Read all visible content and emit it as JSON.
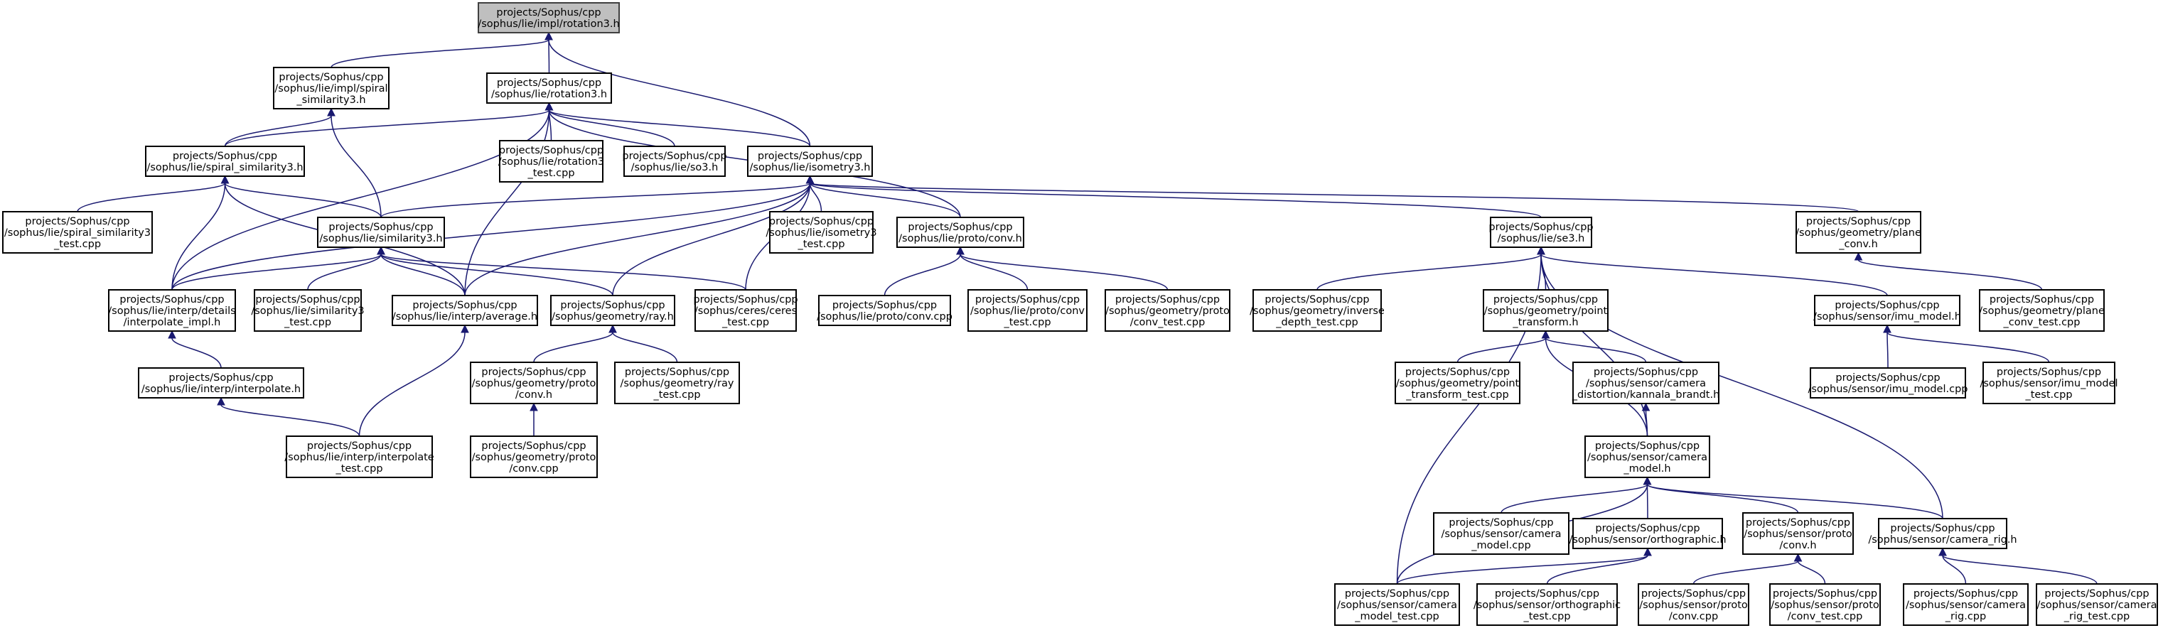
{
  "graph": {
    "colors": {
      "edge": "#191970",
      "root_fill": "#bfbfbf",
      "node_fill": "#ffffff",
      "border": "#000000"
    },
    "nodes": [
      {
        "id": "rotation3_impl",
        "lines": [
          "projects/Sophus/cpp",
          "/sophus/lie/impl/rotation3.h"
        ],
        "root": true
      },
      {
        "id": "spiral_sim3_impl",
        "lines": [
          "projects/Sophus/cpp",
          "/sophus/lie/impl/spiral",
          "_similarity3.h"
        ]
      },
      {
        "id": "rotation3",
        "lines": [
          "projects/Sophus/cpp",
          "/sophus/lie/rotation3.h"
        ]
      },
      {
        "id": "spiral_sim3",
        "lines": [
          "projects/Sophus/cpp",
          "/sophus/lie/spiral_similarity3.h"
        ]
      },
      {
        "id": "rotation3_test",
        "lines": [
          "projects/Sophus/cpp",
          "/sophus/lie/rotation3",
          "_test.cpp"
        ]
      },
      {
        "id": "so3",
        "lines": [
          "projects/Sophus/cpp",
          "/sophus/lie/so3.h"
        ]
      },
      {
        "id": "isometry3",
        "lines": [
          "projects/Sophus/cpp",
          "/sophus/lie/isometry3.h"
        ]
      },
      {
        "id": "spiral_sim3_test",
        "lines": [
          "projects/Sophus/cpp",
          "/sophus/lie/spiral_similarity3",
          "_test.cpp"
        ]
      },
      {
        "id": "similarity3",
        "lines": [
          "projects/Sophus/cpp",
          "/sophus/lie/similarity3.h"
        ]
      },
      {
        "id": "isometry3_test",
        "lines": [
          "projects/Sophus/cpp",
          "/sophus/lie/isometry3",
          "_test.cpp"
        ]
      },
      {
        "id": "lie_proto_conv",
        "lines": [
          "projects/Sophus/cpp",
          "/sophus/lie/proto/conv.h"
        ]
      },
      {
        "id": "se3",
        "lines": [
          "projects/Sophus/cpp",
          "/sophus/lie/se3.h"
        ]
      },
      {
        "id": "plane_conv",
        "lines": [
          "projects/Sophus/cpp",
          "/sophus/geometry/plane",
          "_conv.h"
        ]
      },
      {
        "id": "interpolate_impl",
        "lines": [
          "projects/Sophus/cpp",
          "/sophus/lie/interp/details",
          "/interpolate_impl.h"
        ]
      },
      {
        "id": "similarity3_test",
        "lines": [
          "projects/Sophus/cpp",
          "/sophus/lie/similarity3",
          "_test.cpp"
        ]
      },
      {
        "id": "average",
        "lines": [
          "projects/Sophus/cpp",
          "/sophus/lie/interp/average.h"
        ]
      },
      {
        "id": "ray",
        "lines": [
          "projects/Sophus/cpp",
          "/sophus/geometry/ray.h"
        ]
      },
      {
        "id": "ceres_test",
        "lines": [
          "projects/Sophus/cpp",
          "/sophus/ceres/ceres",
          "_test.cpp"
        ]
      },
      {
        "id": "lie_proto_conv_cpp",
        "lines": [
          "projects/Sophus/cpp",
          "/sophus/lie/proto/conv.cpp"
        ]
      },
      {
        "id": "lie_proto_conv_test",
        "lines": [
          "projects/Sophus/cpp",
          "/sophus/lie/proto/conv",
          "_test.cpp"
        ]
      },
      {
        "id": "geom_proto_conv_test",
        "lines": [
          "projects/Sophus/cpp",
          "/sophus/geometry/proto",
          "/conv_test.cpp"
        ]
      },
      {
        "id": "inverse_depth_test",
        "lines": [
          "projects/Sophus/cpp",
          "/sophus/geometry/inverse",
          "_depth_test.cpp"
        ]
      },
      {
        "id": "point_transform",
        "lines": [
          "projects/Sophus/cpp",
          "/sophus/geometry/point",
          "_transform.h"
        ]
      },
      {
        "id": "imu_model",
        "lines": [
          "projects/Sophus/cpp",
          "/sophus/sensor/imu_model.h"
        ]
      },
      {
        "id": "plane_conv_test",
        "lines": [
          "projects/Sophus/cpp",
          "/sophus/geometry/plane",
          "_conv_test.cpp"
        ]
      },
      {
        "id": "interpolate",
        "lines": [
          "projects/Sophus/cpp",
          "/sophus/lie/interp/interpolate.h"
        ]
      },
      {
        "id": "geom_proto_conv",
        "lines": [
          "projects/Sophus/cpp",
          "/sophus/geometry/proto",
          "/conv.h"
        ]
      },
      {
        "id": "ray_test",
        "lines": [
          "projects/Sophus/cpp",
          "/sophus/geometry/ray",
          "_test.cpp"
        ]
      },
      {
        "id": "point_transform_test",
        "lines": [
          "projects/Sophus/cpp",
          "/sophus/geometry/point",
          "_transform_test.cpp"
        ]
      },
      {
        "id": "kannala_brandt",
        "lines": [
          "projects/Sophus/cpp",
          "/sophus/sensor/camera",
          "_distortion/kannala_brandt.h"
        ]
      },
      {
        "id": "imu_model_cpp",
        "lines": [
          "projects/Sophus/cpp",
          "/sophus/sensor/imu_model.cpp"
        ]
      },
      {
        "id": "imu_model_test",
        "lines": [
          "projects/Sophus/cpp",
          "/sophus/sensor/imu_model",
          "_test.cpp"
        ]
      },
      {
        "id": "interpolate_test",
        "lines": [
          "projects/Sophus/cpp",
          "/sophus/lie/interp/interpolate",
          "_test.cpp"
        ]
      },
      {
        "id": "geom_proto_conv_cpp",
        "lines": [
          "projects/Sophus/cpp",
          "/sophus/geometry/proto",
          "/conv.cpp"
        ]
      },
      {
        "id": "camera_model",
        "lines": [
          "projects/Sophus/cpp",
          "/sophus/sensor/camera",
          "_model.h"
        ]
      },
      {
        "id": "camera_model_cpp",
        "lines": [
          "projects/Sophus/cpp",
          "/sophus/sensor/camera",
          "_model.cpp"
        ]
      },
      {
        "id": "orthographic",
        "lines": [
          "projects/Sophus/cpp",
          "/sophus/sensor/orthographic.h"
        ]
      },
      {
        "id": "sensor_proto_conv",
        "lines": [
          "projects/Sophus/cpp",
          "/sophus/sensor/proto",
          "/conv.h"
        ]
      },
      {
        "id": "camera_rig",
        "lines": [
          "projects/Sophus/cpp",
          "/sophus/sensor/camera_rig.h"
        ]
      },
      {
        "id": "camera_model_test",
        "lines": [
          "projects/Sophus/cpp",
          "/sophus/sensor/camera",
          "_model_test.cpp"
        ]
      },
      {
        "id": "orthographic_test",
        "lines": [
          "projects/Sophus/cpp",
          "/sophus/sensor/orthographic",
          "_test.cpp"
        ]
      },
      {
        "id": "sensor_proto_conv_cpp",
        "lines": [
          "projects/Sophus/cpp",
          "/sophus/sensor/proto",
          "/conv.cpp"
        ]
      },
      {
        "id": "sensor_proto_conv_test",
        "lines": [
          "projects/Sophus/cpp",
          "/sophus/sensor/proto",
          "/conv_test.cpp"
        ]
      },
      {
        "id": "camera_rig_cpp",
        "lines": [
          "projects/Sophus/cpp",
          "/sophus/sensor/camera",
          "_rig.cpp"
        ]
      },
      {
        "id": "camera_rig_test",
        "lines": [
          "projects/Sophus/cpp",
          "/sophus/sensor/camera",
          "_rig_test.cpp"
        ]
      }
    ],
    "edges": [
      [
        "rotation3_impl",
        "spiral_sim3_impl"
      ],
      [
        "rotation3_impl",
        "rotation3"
      ],
      [
        "rotation3_impl",
        "isometry3"
      ],
      [
        "spiral_sim3_impl",
        "spiral_sim3"
      ],
      [
        "spiral_sim3_impl",
        "similarity3"
      ],
      [
        "rotation3",
        "spiral_sim3"
      ],
      [
        "rotation3",
        "rotation3_test"
      ],
      [
        "rotation3",
        "so3"
      ],
      [
        "rotation3",
        "isometry3"
      ],
      [
        "rotation3",
        "interpolate_impl"
      ],
      [
        "rotation3",
        "average"
      ],
      [
        "rotation3",
        "lie_proto_conv"
      ],
      [
        "spiral_sim3",
        "spiral_sim3_test"
      ],
      [
        "spiral_sim3",
        "similarity3"
      ],
      [
        "spiral_sim3",
        "interpolate_impl"
      ],
      [
        "spiral_sim3",
        "average"
      ],
      [
        "isometry3",
        "similarity3"
      ],
      [
        "isometry3",
        "isometry3_test"
      ],
      [
        "isometry3",
        "lie_proto_conv"
      ],
      [
        "isometry3",
        "se3"
      ],
      [
        "isometry3",
        "plane_conv"
      ],
      [
        "isometry3",
        "interpolate_impl"
      ],
      [
        "isometry3",
        "average"
      ],
      [
        "isometry3",
        "ray"
      ],
      [
        "isometry3",
        "ceres_test"
      ],
      [
        "similarity3",
        "interpolate_impl"
      ],
      [
        "similarity3",
        "similarity3_test"
      ],
      [
        "similarity3",
        "average"
      ],
      [
        "similarity3",
        "ray"
      ],
      [
        "similarity3",
        "ceres_test"
      ],
      [
        "lie_proto_conv",
        "lie_proto_conv_cpp"
      ],
      [
        "lie_proto_conv",
        "lie_proto_conv_test"
      ],
      [
        "lie_proto_conv",
        "geom_proto_conv_test"
      ],
      [
        "se3",
        "inverse_depth_test"
      ],
      [
        "se3",
        "point_transform"
      ],
      [
        "se3",
        "imu_model"
      ],
      [
        "se3",
        "camera_model"
      ],
      [
        "se3",
        "camera_rig"
      ],
      [
        "se3",
        "camera_model_test"
      ],
      [
        "plane_conv",
        "plane_conv_test"
      ],
      [
        "interpolate_impl",
        "interpolate"
      ],
      [
        "interpolate",
        "interpolate_test"
      ],
      [
        "average",
        "interpolate_test"
      ],
      [
        "ray",
        "geom_proto_conv"
      ],
      [
        "ray",
        "ray_test"
      ],
      [
        "geom_proto_conv",
        "geom_proto_conv_cpp"
      ],
      [
        "point_transform",
        "point_transform_test"
      ],
      [
        "point_transform",
        "kannala_brandt"
      ],
      [
        "point_transform",
        "camera_model"
      ],
      [
        "kannala_brandt",
        "camera_model"
      ],
      [
        "imu_model",
        "imu_model_cpp"
      ],
      [
        "imu_model",
        "imu_model_test"
      ],
      [
        "camera_model",
        "camera_model_cpp"
      ],
      [
        "camera_model",
        "orthographic"
      ],
      [
        "camera_model",
        "sensor_proto_conv"
      ],
      [
        "camera_model",
        "camera_rig"
      ],
      [
        "camera_model",
        "camera_model_test"
      ],
      [
        "orthographic",
        "camera_model_test"
      ],
      [
        "orthographic",
        "orthographic_test"
      ],
      [
        "sensor_proto_conv",
        "sensor_proto_conv_cpp"
      ],
      [
        "sensor_proto_conv",
        "sensor_proto_conv_test"
      ],
      [
        "camera_rig",
        "camera_rig_cpp"
      ],
      [
        "camera_rig",
        "camera_rig_test"
      ]
    ]
  }
}
